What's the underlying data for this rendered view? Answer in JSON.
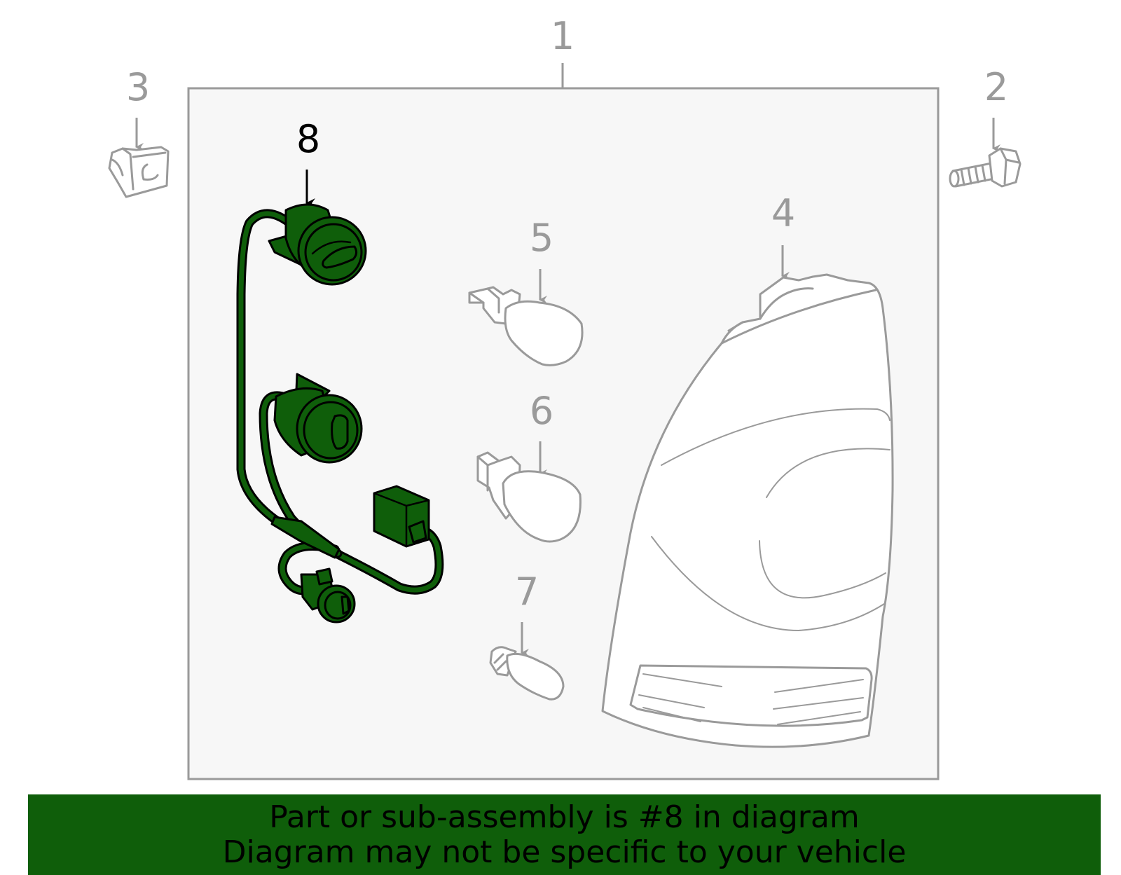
{
  "callouts": {
    "c1": "1",
    "c2": "2",
    "c3": "3",
    "c4": "4",
    "c5": "5",
    "c6": "6",
    "c7": "7",
    "c8": "8"
  },
  "highlighted_part": "8",
  "colors": {
    "highlight": "#0f5e0a",
    "outline": "#9a9a9a",
    "panel": "#f7f7f7",
    "banner_bg": "#0f5e0a",
    "banner_text": "#000000"
  },
  "banner": {
    "line1": "Part or sub-assembly is #8 in diagram",
    "line2": "Diagram may not be specific to your vehicle"
  }
}
